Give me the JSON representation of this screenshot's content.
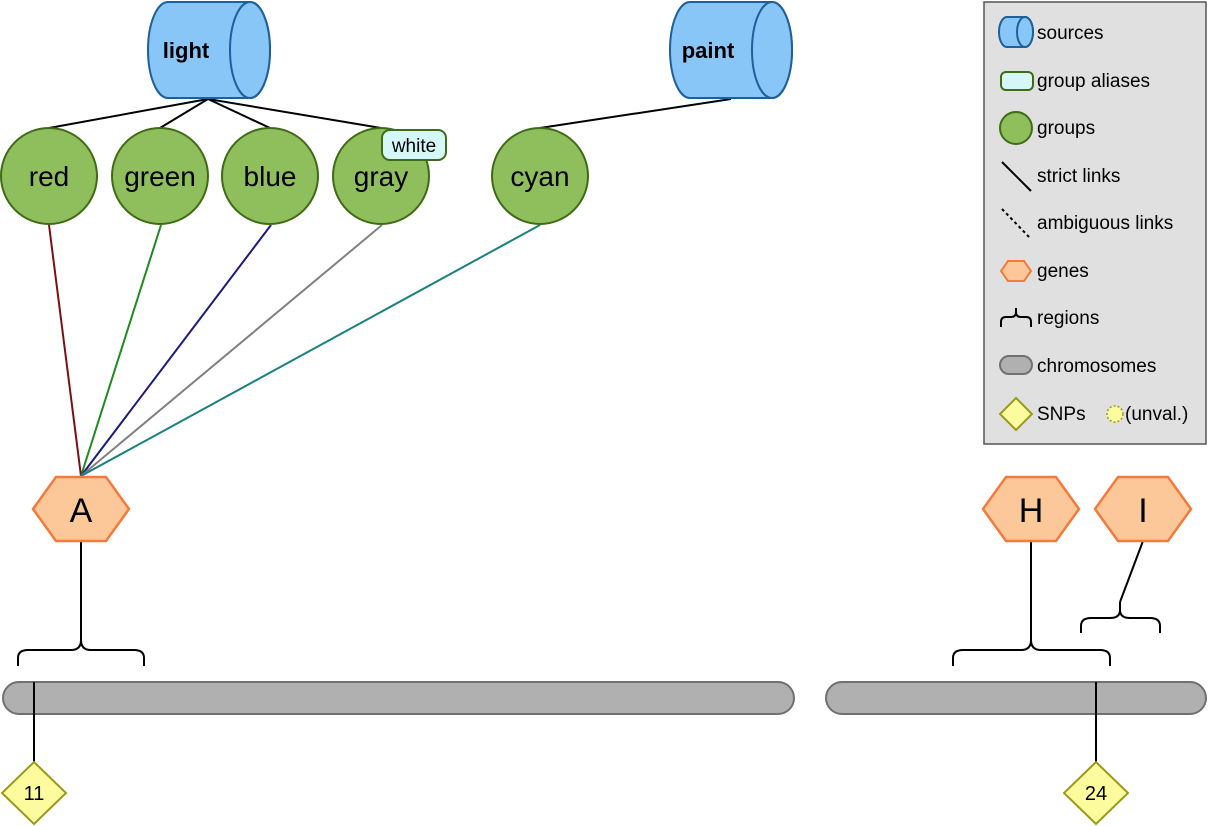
{
  "sources": [
    {
      "id": "light",
      "label": "light"
    },
    {
      "id": "paint",
      "label": "paint"
    }
  ],
  "groups": [
    {
      "id": "red",
      "label": "red"
    },
    {
      "id": "green",
      "label": "green"
    },
    {
      "id": "blue",
      "label": "blue"
    },
    {
      "id": "gray",
      "label": "gray",
      "alias": "white"
    },
    {
      "id": "cyan",
      "label": "cyan"
    }
  ],
  "genes": [
    {
      "id": "A",
      "label": "A"
    },
    {
      "id": "H",
      "label": "H"
    },
    {
      "id": "I",
      "label": "I"
    }
  ],
  "snps": [
    {
      "id": "s11",
      "label": "11"
    },
    {
      "id": "s24",
      "label": "24"
    }
  ],
  "link_colors": {
    "red": "#7a1010",
    "green": "#1f8a1f",
    "blue": "#1a1a80",
    "gray": "#808080",
    "cyan": "#1a8080"
  },
  "legend": {
    "sources": "sources",
    "group_aliases": "group aliases",
    "groups": "groups",
    "strict_links": "strict links",
    "ambiguous_links": "ambiguous links",
    "genes": "genes",
    "regions": "regions",
    "chromosomes": "chromosomes",
    "snps": "SNPs",
    "unvalidated": "(unval.)"
  },
  "colors": {
    "source_fill": "#88c6f7",
    "source_stroke": "#1f5f9a",
    "group_fill": "#8fbe5d",
    "group_stroke": "#3f6b14",
    "alias_fill": "#d6f7f7",
    "gene_fill": "#fcc89a",
    "gene_stroke": "#f47a3c",
    "chromosome_fill": "#b0b0b0",
    "chromosome_stroke": "#707070",
    "snp_fill": "#fcfc9e",
    "snp_stroke": "#9a9a1a"
  }
}
